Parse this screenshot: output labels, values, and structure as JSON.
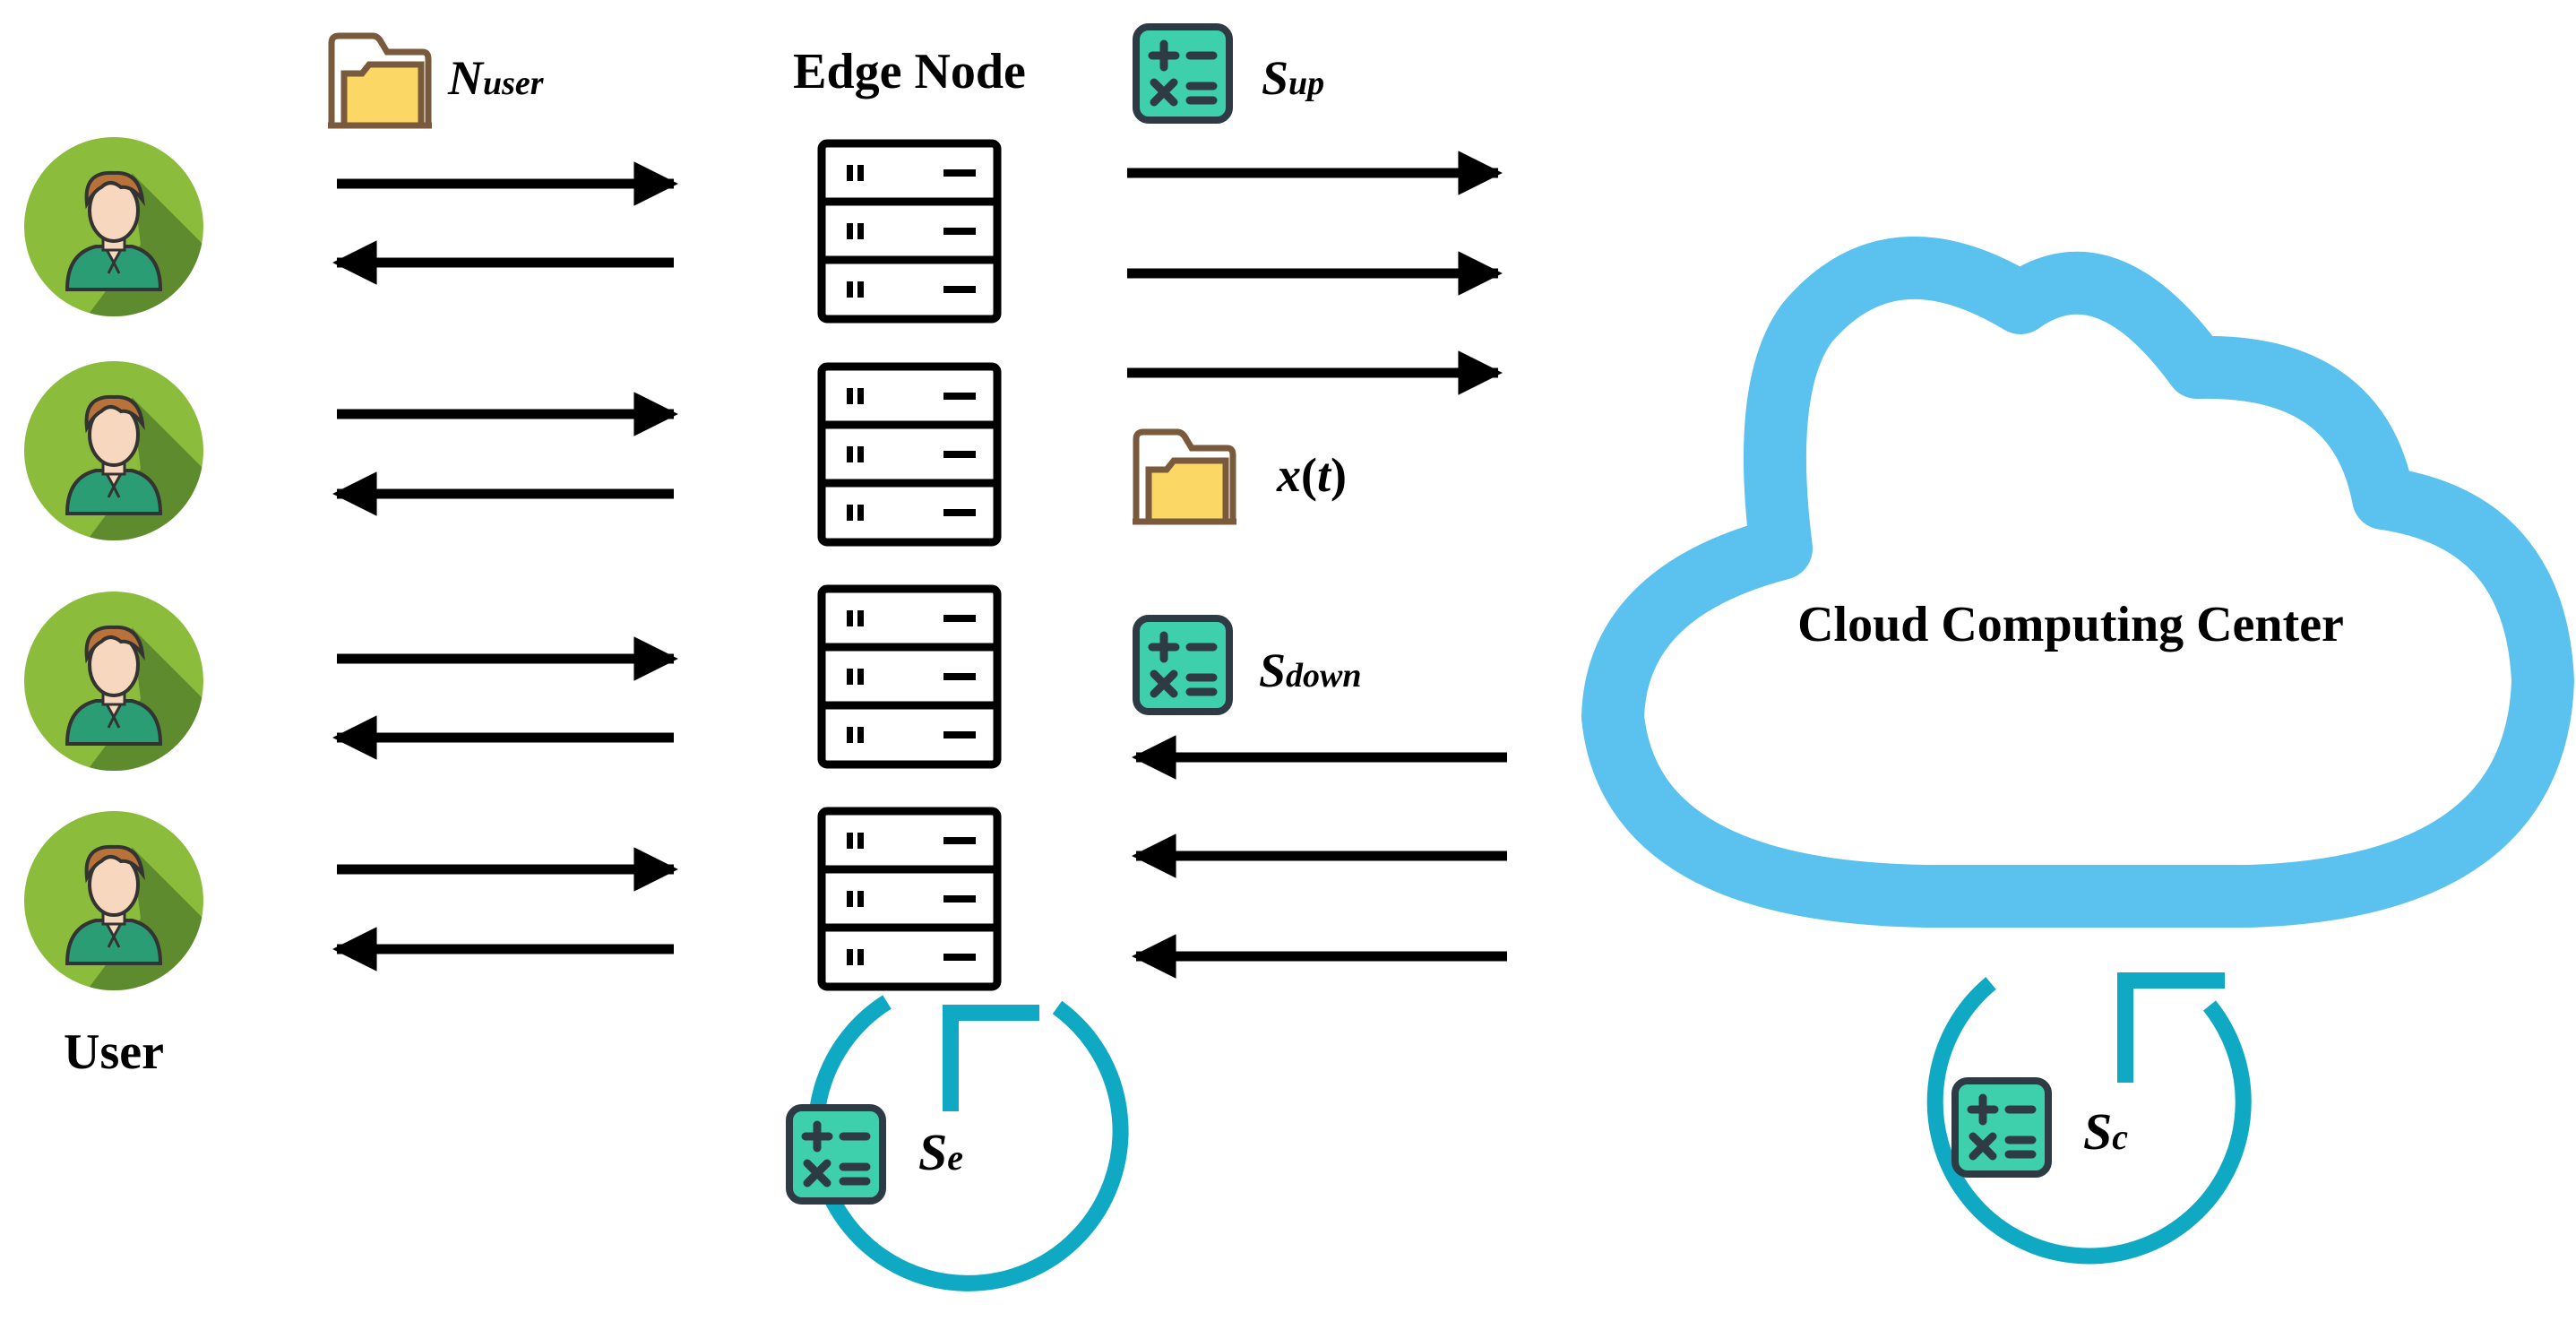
{
  "labels": {
    "edge_node": "Edge Node",
    "user": "User",
    "cloud": "Cloud Computing Center"
  },
  "math": {
    "n_user": {
      "base": "N",
      "sub": "user"
    },
    "s_up": {
      "base": "S",
      "sub": "up"
    },
    "x_t": {
      "base": "x",
      "paren_open": "(",
      "var": "t",
      "paren_close": ")"
    },
    "s_down": {
      "base": "S",
      "sub": "down"
    },
    "s_e": {
      "base": "S",
      "sub": "e"
    },
    "s_c": {
      "base": "S",
      "sub": "c"
    }
  },
  "colors": {
    "user_circle": "#8cbc3c",
    "user_shadow": "#5e8b2e",
    "user_shirt": "#2a9d75",
    "user_skin": "#f7d7bd",
    "user_hair": "#b9733a",
    "cloud_stroke": "#5bc1ee",
    "loop_stroke": "#10a9c4",
    "calc_fill": "#3ed0ad",
    "calc_border": "#2f3b44",
    "folder_tab": "#7a5a3c",
    "folder_fill": "#fbd765",
    "arrow": "#000000"
  },
  "icons": [
    "user-avatar-icon",
    "server-rack-icon",
    "folder-icon",
    "calculator-icon",
    "cloud-icon",
    "loop-arrow-icon"
  ]
}
